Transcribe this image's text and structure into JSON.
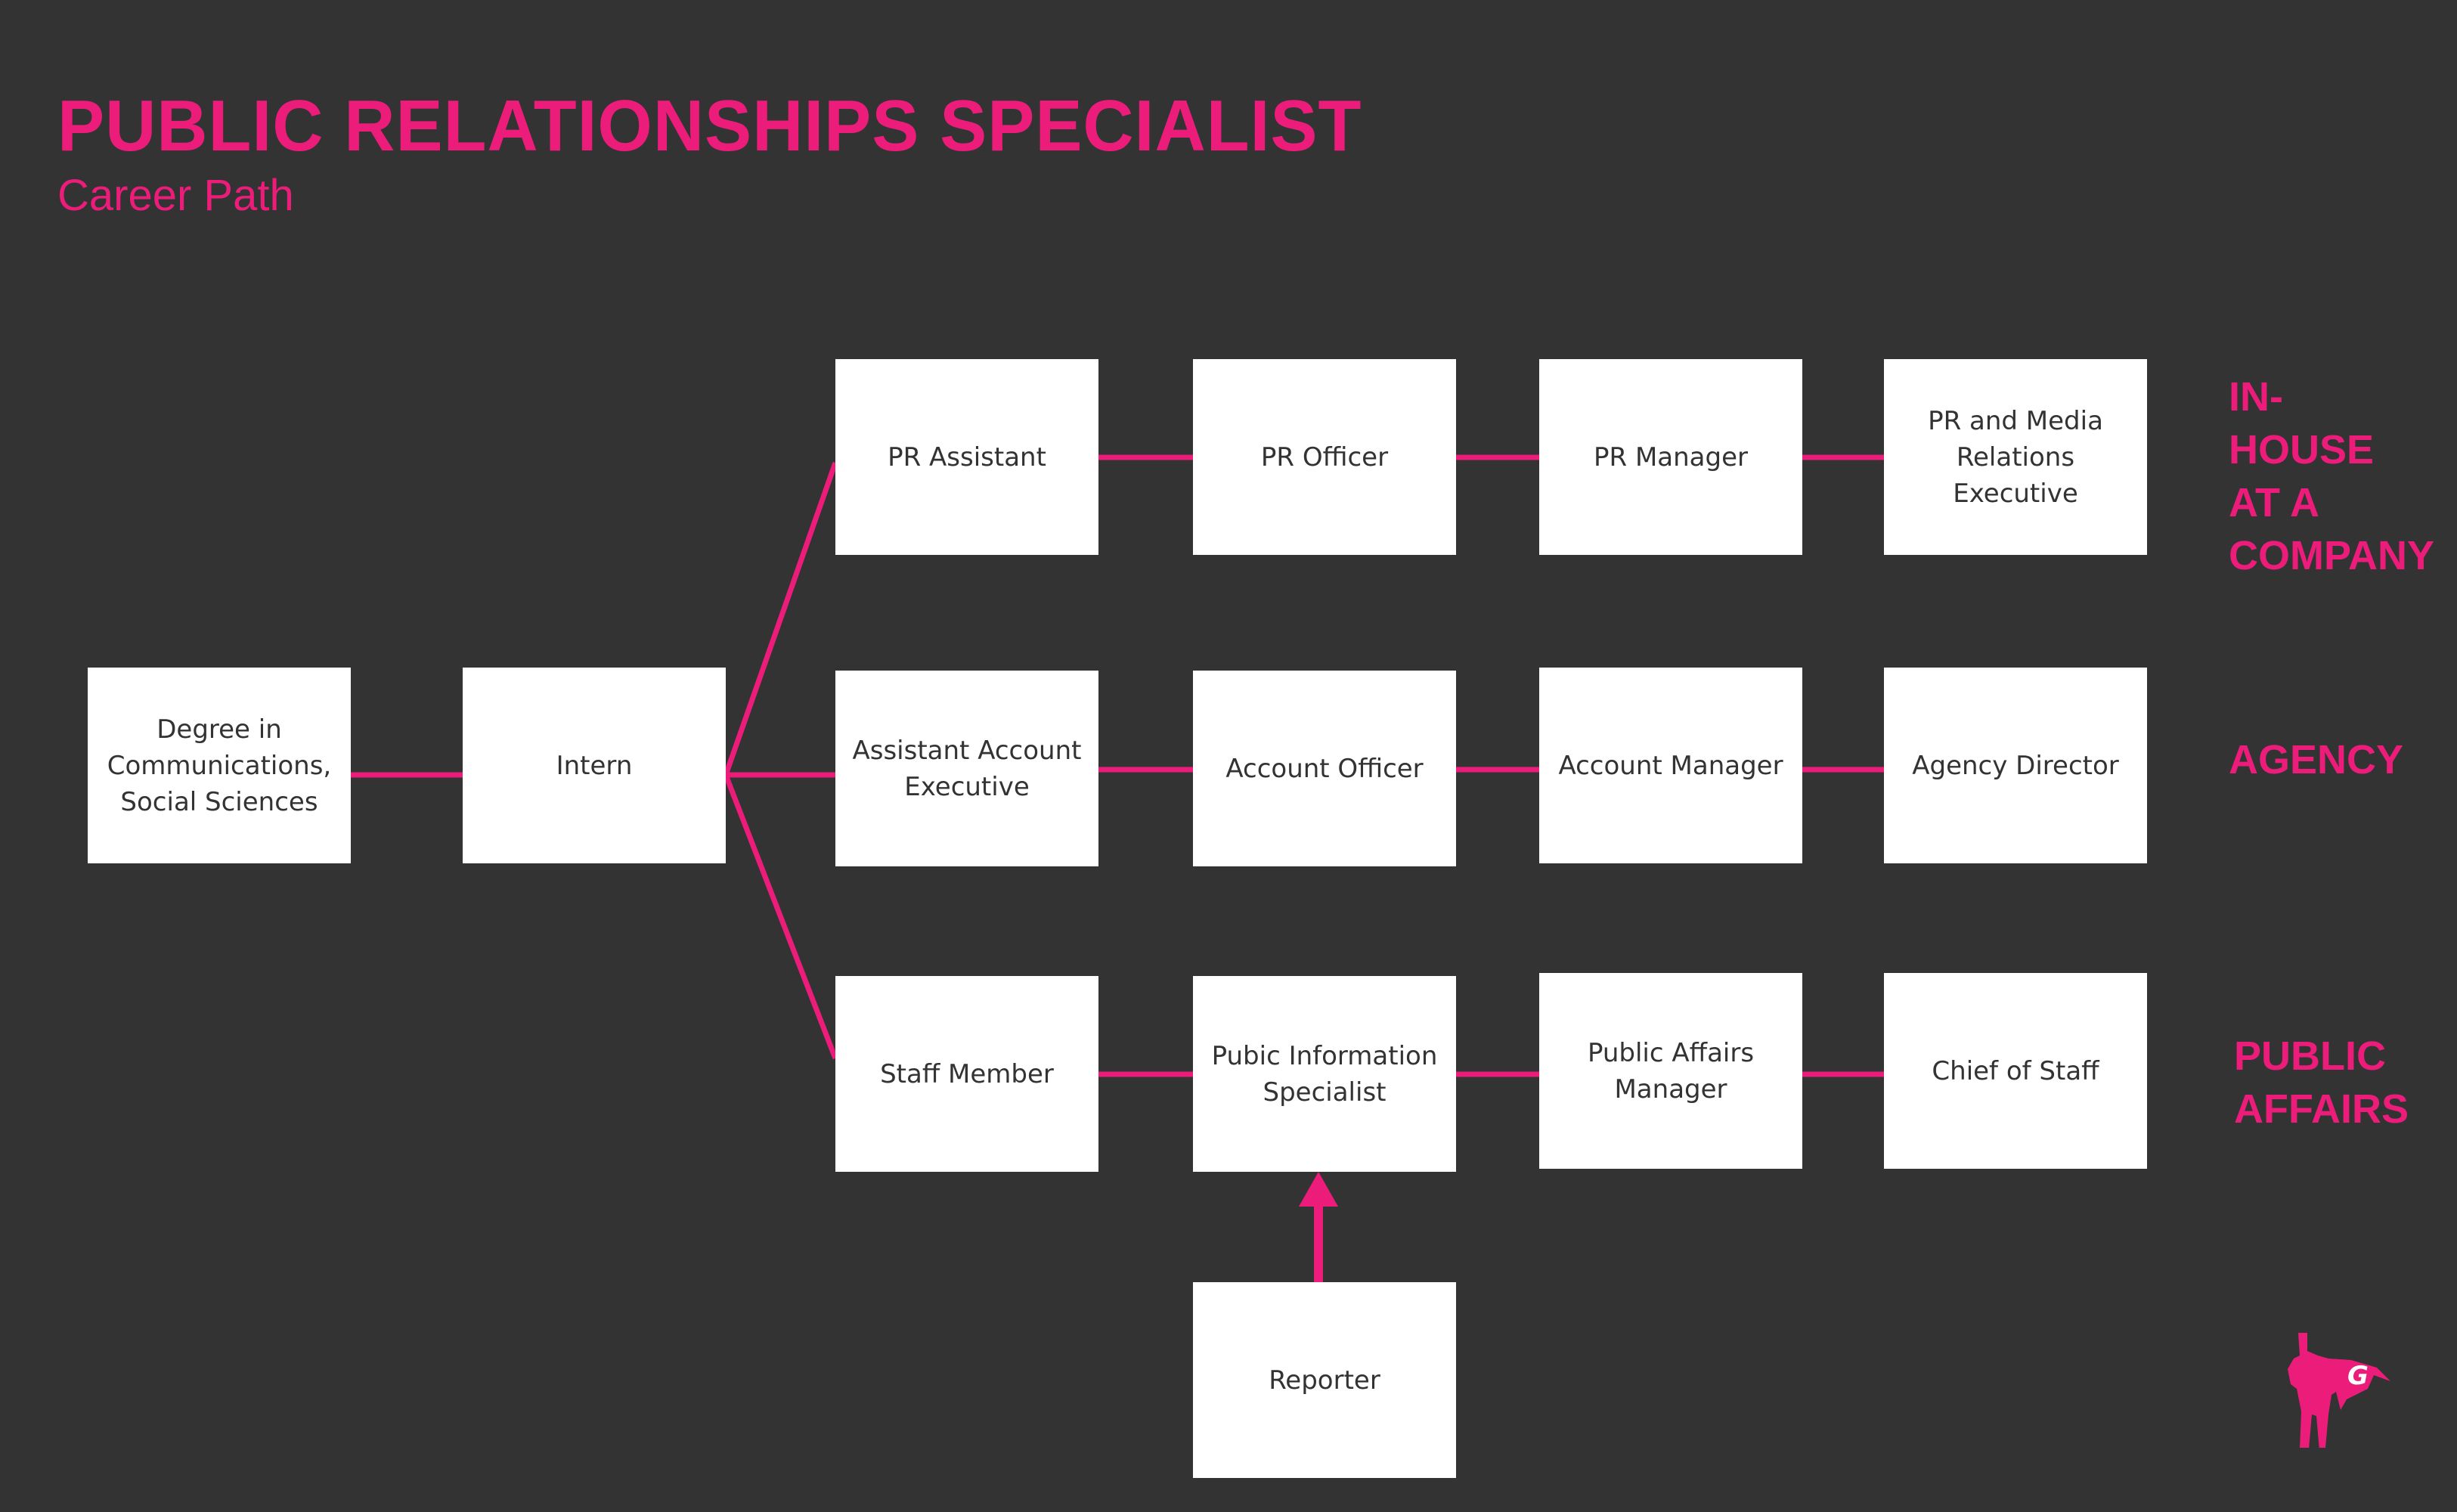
{
  "header": {
    "title": "PUBLIC RELATIONSHIPS SPECIALIST",
    "subtitle": "Career Path"
  },
  "accent_color": "#ec1c7a",
  "start": {
    "degree": "Degree in Communications, Social Sciences",
    "intern": "Intern"
  },
  "tracks": [
    {
      "label": "IN-HOUSE AT A COMPANY",
      "steps": [
        "PR Assistant",
        "PR Officer",
        "PR Manager",
        "PR and Media Relations Executive"
      ]
    },
    {
      "label": "AGENCY",
      "steps": [
        "Assistant Account Executive",
        "Account Officer",
        "Account Manager",
        "Agency Director"
      ]
    },
    {
      "label": "PUBLIC AFFAIRS",
      "steps": [
        "Staff Member",
        "Pubic Information Specialist",
        "Public Affairs Manager",
        "Chief of Staff"
      ]
    }
  ],
  "entry_from_outside": {
    "label": "Reporter",
    "joins": "Pubic Information Specialist"
  },
  "logo": {
    "name": "superhero-logo",
    "letter": "G"
  }
}
